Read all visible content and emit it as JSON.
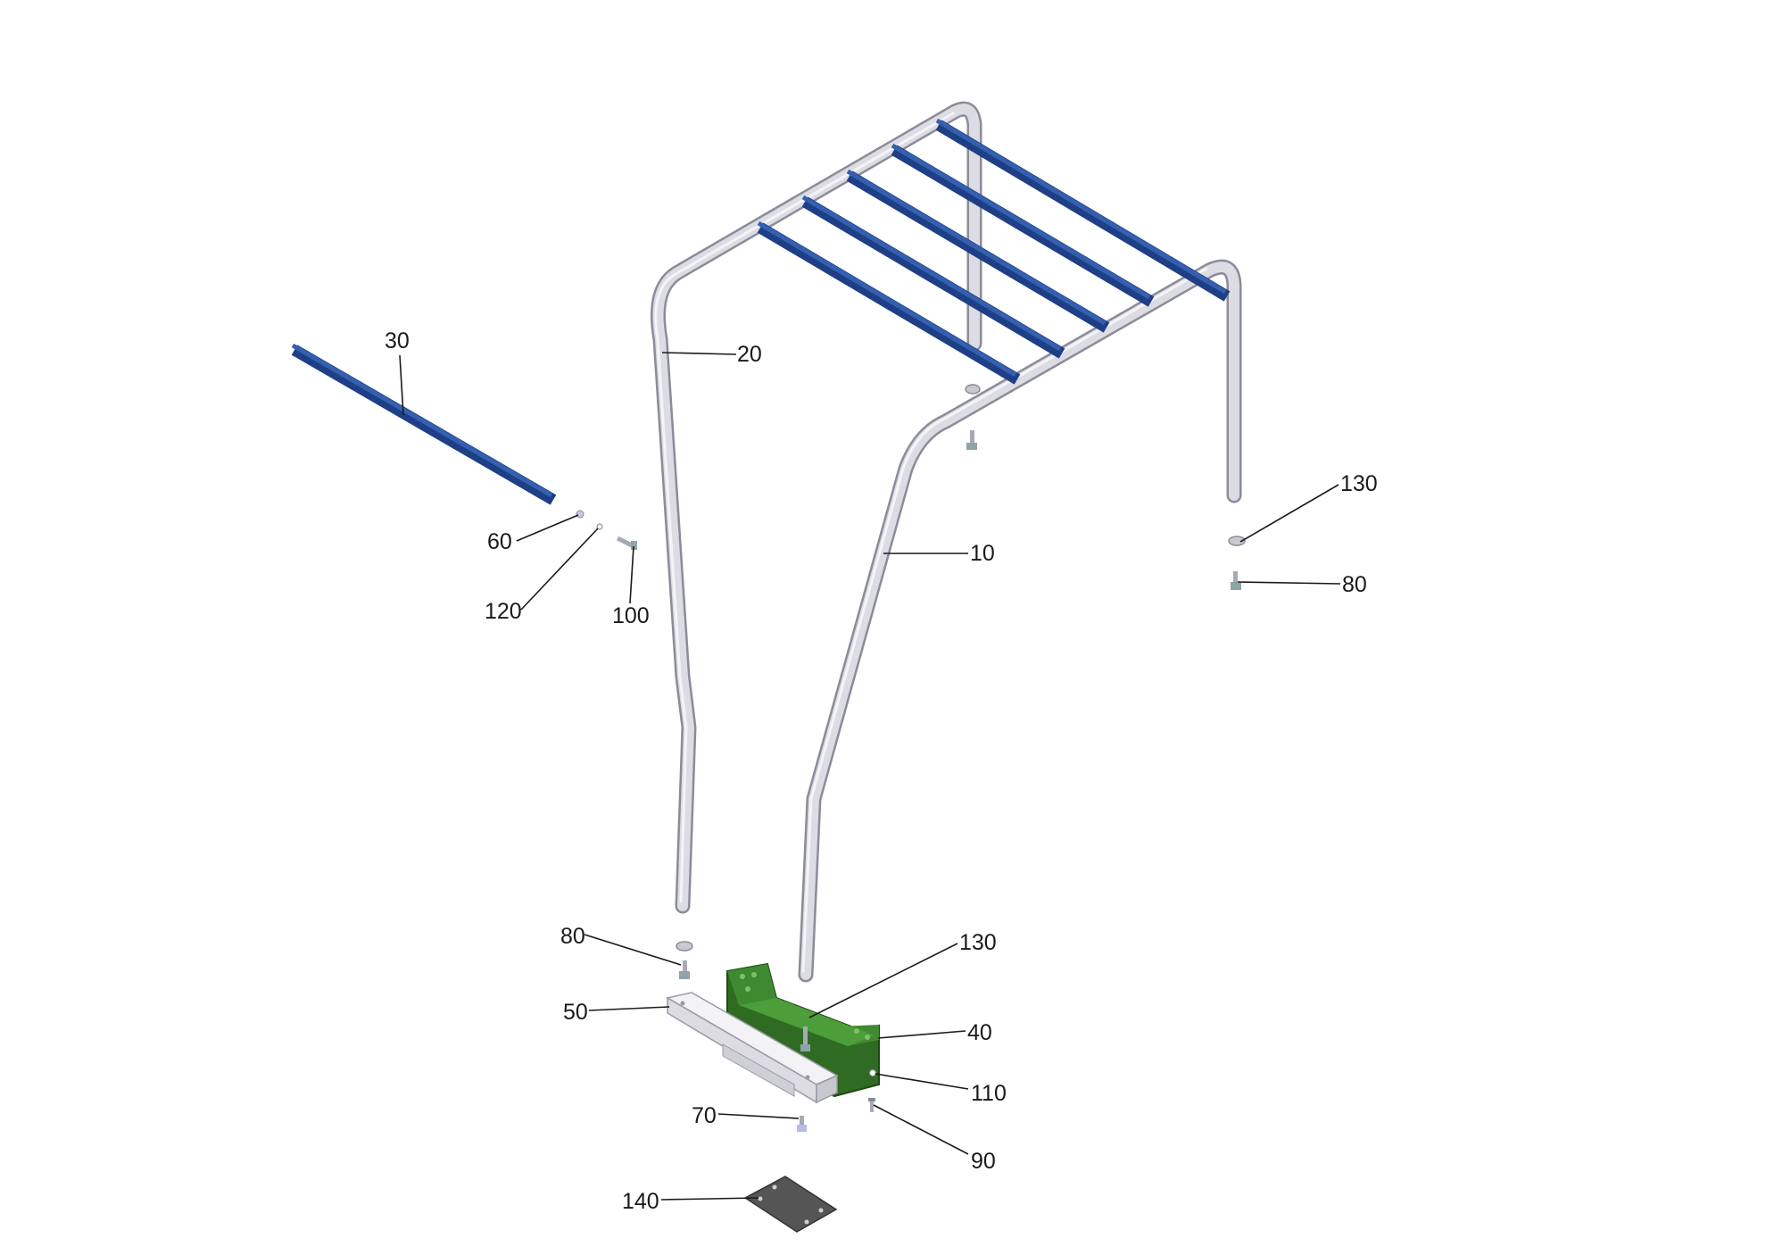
{
  "callouts": {
    "c10": "10",
    "c20": "20",
    "c30": "30",
    "c40": "40",
    "c50": "50",
    "c60": "60",
    "c70": "70",
    "c80_top": "80",
    "c80_bottom": "80",
    "c90": "90",
    "c100": "100",
    "c110": "110",
    "c120": "120",
    "c130_top": "130",
    "c130_bottom": "130",
    "c140": "140"
  },
  "colors": {
    "tube": "#dcdce4",
    "slat": "#1e3f86",
    "bracket": "#2f6b22",
    "mount_plate": "#e6e6ea",
    "shim": "#555555"
  }
}
